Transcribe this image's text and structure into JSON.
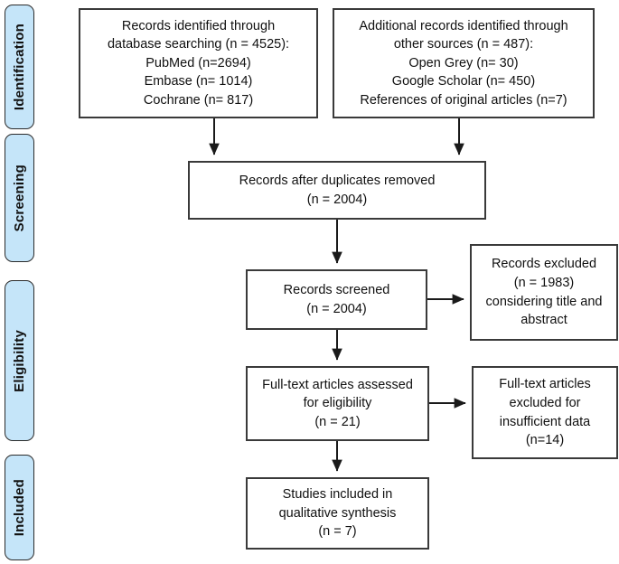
{
  "diagram": {
    "type": "prisma-flow-diagram",
    "colors": {
      "stage_fill": "#c5e5f9",
      "stage_border": "#2b2b2b",
      "box_border": "#3a3a3a",
      "box_fill": "#ffffff",
      "text": "#101010",
      "connector": "#1a1a1a"
    },
    "stages": [
      {
        "id": "identification",
        "label": "Identification"
      },
      {
        "id": "screening",
        "label": "Screening"
      },
      {
        "id": "eligibility",
        "label": "Eligibility"
      },
      {
        "id": "included",
        "label": "Included"
      }
    ],
    "boxes": {
      "database_searching": {
        "text": "Records identified through\ndatabase searching (n = 4525):\nPubMed (n=2694)\nEmbase (n= 1014)\nCochrane (n= 817)"
      },
      "other_sources": {
        "text": "Additional records identified through\nother sources (n = 487):\nOpen Grey (n= 30)\nGoogle Scholar (n= 450)\nReferences of original articles (n=7)"
      },
      "duplicates_removed": {
        "text": "Records after duplicates removed\n(n = 2004)"
      },
      "records_screened": {
        "text": "Records screened\n(n = 2004)"
      },
      "records_excluded": {
        "text": "Records excluded\n(n = 1983)\nconsidering title and\nabstract"
      },
      "fulltext_assessed": {
        "text": "Full-text articles assessed\nfor eligibility\n(n = 21)"
      },
      "fulltext_excluded": {
        "text": "Full-text articles\nexcluded for\ninsufficient data\n(n=14)"
      },
      "studies_included": {
        "text": "Studies included in\nqualitative synthesis\n(n = 7)"
      }
    },
    "counts": {
      "database_searching_total": 4525,
      "pubmed": 2694,
      "embase": 1014,
      "cochrane": 817,
      "other_sources_total": 487,
      "open_grey": 30,
      "google_scholar": 450,
      "references_of_original_articles": 7,
      "after_duplicates_removed": 2004,
      "records_screened": 2004,
      "records_excluded": 1983,
      "fulltext_assessed": 21,
      "fulltext_excluded": 14,
      "studies_included": 7
    }
  }
}
